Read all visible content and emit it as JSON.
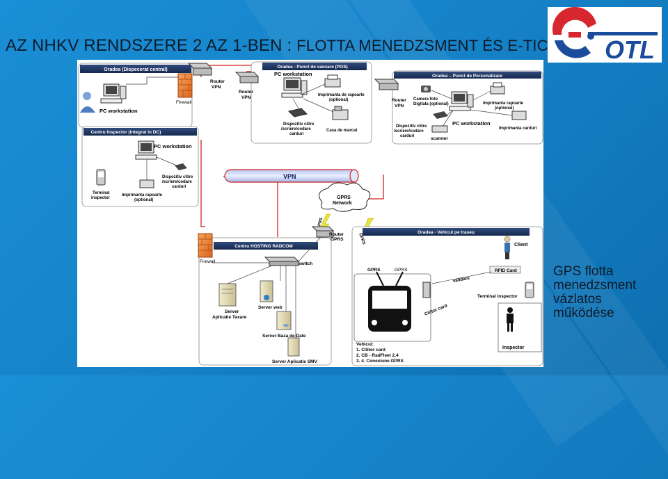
{
  "slide": {
    "title_part1": "AZ NHKV RENDSZERE 2 AZ 1-BEN : ",
    "title_part2": "FLOTTA MENEDZSMENT ÉS E-TICKETING",
    "caption_lines": [
      "GPS flotta",
      "menedzsment",
      "vázlatos",
      "működése"
    ]
  },
  "logo": {
    "text": "OTL",
    "red": "#d7262e",
    "blue": "#1b4c9c"
  },
  "diagram": {
    "dispecerat": {
      "header": "Oradea (Dispecerat central)",
      "pc": "PC workstation",
      "firewall": "Firewall"
    },
    "router_vpn_top": "Router\nVPN",
    "pos": {
      "header": "Oradea - Punct de vanzare (POS)",
      "pc": "PC workstation",
      "router": "Router\nVPN",
      "printer": "Imprimanta de rapoarte\n(optional)",
      "reader": "Dispozitiv citire\n/scriere/codare\ncarduri",
      "cash": "Casa de marcat"
    },
    "perso": {
      "header": "Oradea – Punct de Personalizare",
      "router": "Router\nVPN",
      "camera": "Camera foto\nDigitala (optional)",
      "printer": "Imprimanta rapoarte\n(optional)",
      "pc": "PC workstation",
      "reader": "Dispozitiv citire\n/scriere/codare\ncarduri",
      "card_printer": "Imprimanta carduri",
      "scanner": "scanner"
    },
    "inspector_center": {
      "header": "Centru Inspector (integrat in DC)",
      "pc": "PC workstation",
      "reader": "Dispozitiv citire\n/scriere/codare\ncarduri",
      "terminal": "Terminal\ninspector",
      "printer": "Imprimanta rapoarte\n(optional)"
    },
    "vpn": "VPN",
    "gprs_network": "GPRS\nNetwork",
    "gprs_label_left": "GPRS",
    "router_gprs": "Router\nGPRS",
    "hosting": {
      "header": "Centru HOSTING RADCOM",
      "firewall": "Firewall",
      "switch": "switch",
      "server_taxare": "Server\nAplicatie Taxare",
      "server_web": "Server web",
      "server_db": "Server Baza de Date",
      "server_smv": "Server Aplicatie SMV"
    },
    "vehicle": {
      "header": "Oradea - Vehicul pe traseu",
      "client": "Client",
      "rfid": "RFID Card",
      "validare": "validare",
      "gprs1": "GPRS",
      "gprs2": "GPRS",
      "gprs_diag": "GPRS",
      "terminal_inspector": "Terminal inspector",
      "citior": "Cititor card",
      "inspector": "Inspector",
      "legend": [
        "Vehicul:",
        "1. Cititor card",
        "2. CB - RadFleet 2.4",
        "3. 4. Conexiune   GPRS"
      ]
    }
  }
}
